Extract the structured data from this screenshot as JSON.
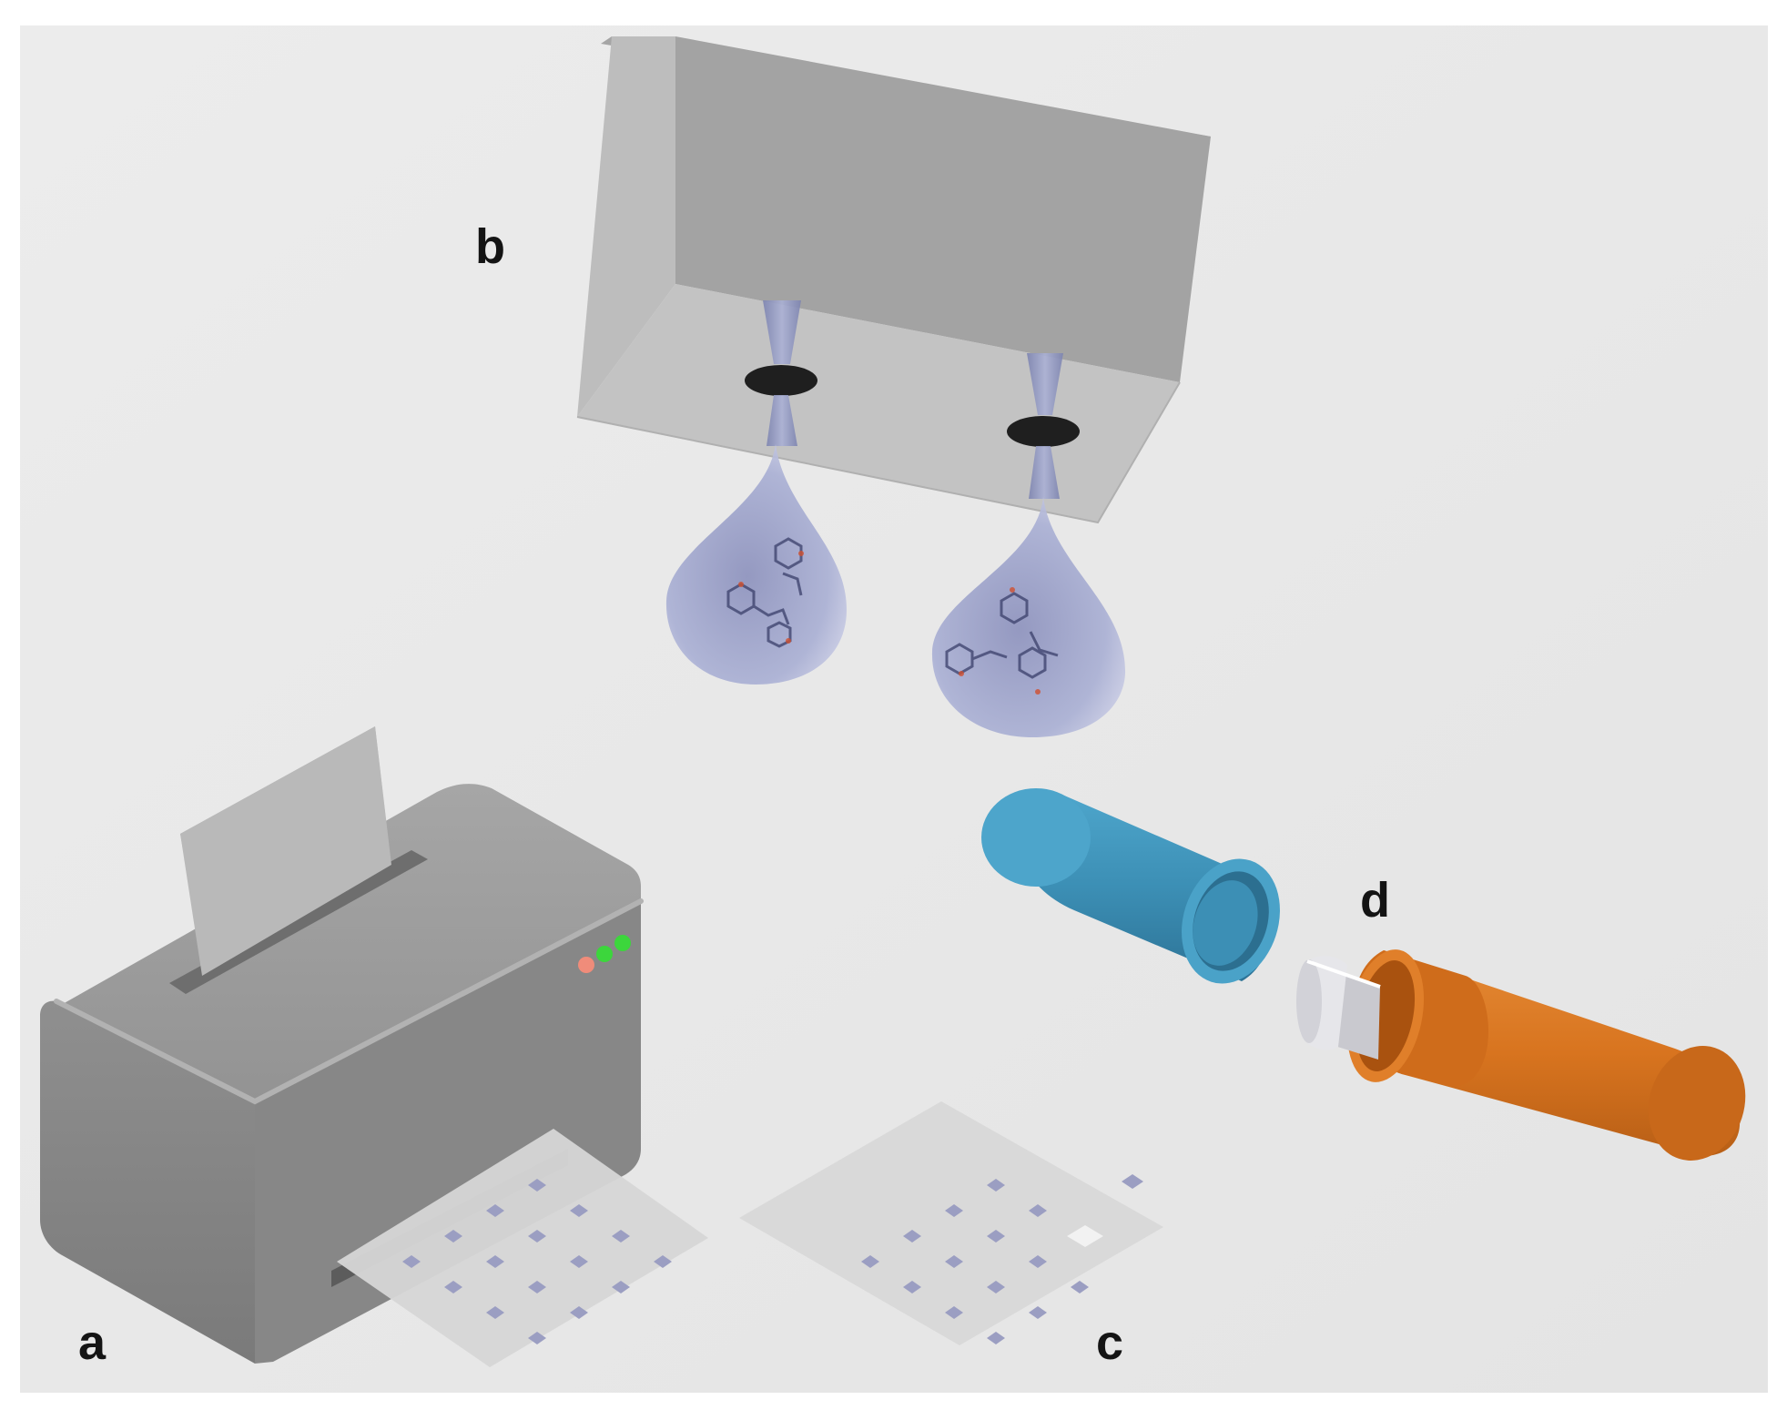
{
  "figure": {
    "labels": {
      "a": "a",
      "b": "b",
      "c": "c",
      "d": "d"
    },
    "components": {
      "printer": {
        "icon": "printer-icon",
        "indicator_colors": [
          "#f08c7a",
          "#3cd63c",
          "#3cd63c"
        ]
      },
      "printed_sheet": {
        "icon": "dotted-sheet-icon",
        "dot_rows": 4,
        "dot_cols": 4
      },
      "print_head": {
        "icon": "print-head-icon",
        "nozzles": 2
      },
      "droplets": {
        "icon": "droplet-icon",
        "count": 2
      },
      "cut_sheet": {
        "icon": "dotted-sheet-icon",
        "cut_out_square": true
      },
      "capsule": {
        "icon": "capsule-icon",
        "cap_color": "#3c8fb5",
        "body_color": "#d8741f"
      }
    },
    "colors": {
      "background": "#e9e9e9",
      "block_front": "#a8a8a8",
      "block_side": "#bdbdbd",
      "block_bottom": "#c4c4c4",
      "droplet": "#aeb3d6",
      "dot": "#9b9ec2"
    }
  }
}
